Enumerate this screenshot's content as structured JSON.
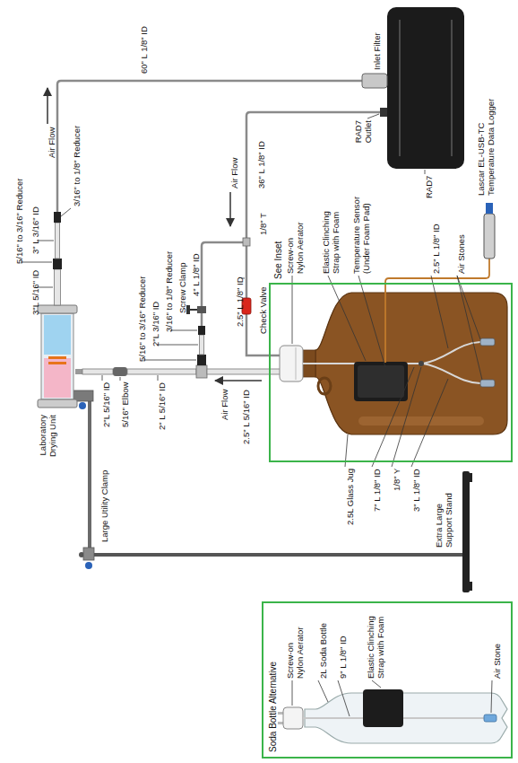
{
  "diagram": {
    "nodes": [
      {
        "text": [
          "See Inset"
        ]
      },
      {
        "text": [
          "Soda Bottle Alternative"
        ]
      }
    ],
    "labels": [
      "Inlet Filter",
      "60\" L 1/8\" ID",
      "Air Flow",
      "36\" L 1/8\" ID",
      "Air Flow",
      "RAD7 Outlet",
      "RAD7",
      "Lascar EL-USB-TC Temperature Data Logger",
      "1/8\" T",
      "Check Valve",
      "4\" L 1/8\" ID",
      "Screw Clamp",
      "3/16\" to 1/8\" Reducer",
      "2\"L 3/16\" ID",
      "5/16\" to 3/16\" Reducer",
      "2\" L 5/16\" ID",
      "5/16\" Elbow",
      "2\"L 5/16\" ID",
      "3\"L 5/16\" ID",
      "5/16\" to 3/16\" Reducer",
      "3\" L 3/16\" ID",
      "3/16\" to 1/8\" Reducer",
      "Laboratory Drying Unit",
      "Large Utility Clamp",
      "Extra Large Support Stand",
      "2.5\" L 5/16\" ID",
      "Air Flow",
      "2.5\" L 1/8\" ID",
      "Screw-on Nylon Aerator",
      "Elastic Clinching Strap with Foam",
      "Temperature Sensor (Under Foam Pad)",
      "2.5\" L 1/8\" ID",
      "Air Stones",
      "2.5L Glass Jug",
      "7\" L 1/8\" ID",
      "1/8\" Y",
      "3\" L 1/8\" ID",
      "Screw-on Nylon Aerator",
      "2L Soda Bottle",
      "9\" L 1/8\" ID",
      "Elastic Clinching Strap with Foam",
      "Air Stone"
    ]
  }
}
